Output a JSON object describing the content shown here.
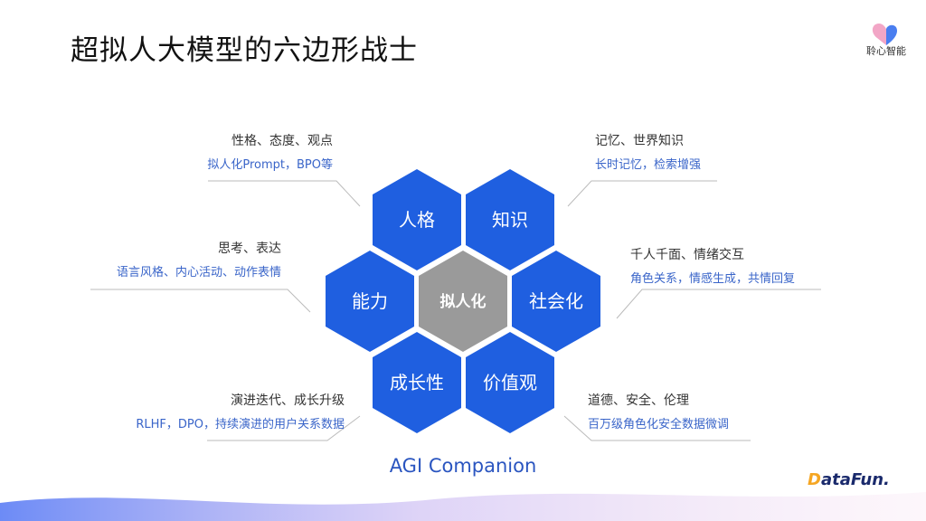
{
  "title": "超拟人大模型的六边形战士",
  "logo": {
    "text": "聆心智能",
    "icon": "heart-chat-logo-icon"
  },
  "hexagons": {
    "center": "拟人化",
    "personality": "人格",
    "knowledge": "知识",
    "ability": "能力",
    "socialization": "社会化",
    "growth": "成长性",
    "values": "价值观"
  },
  "annotations": {
    "top_left": {
      "main": "性格、态度、观点",
      "sub": "拟人化Prompt，BPO等"
    },
    "mid_left": {
      "main": "思考、表达",
      "sub": "语言风格、内心活动、动作表情"
    },
    "bottom_left": {
      "main": "演进迭代、成长升级",
      "sub": "RLHF，DPO，持续演进的用户关系数据"
    },
    "top_right": {
      "main": "记忆、世界知识",
      "sub": "长时记忆，检索增强"
    },
    "mid_right": {
      "main": "千人千面、情绪交互",
      "sub": "角色关系，情感生成，共情回复"
    },
    "bottom_right": {
      "main": "道德、安全、伦理",
      "sub": "百万级角色化安全数据微调"
    }
  },
  "caption": "AGI Companion",
  "brand": {
    "prefix": "D",
    "rest": "ataFun."
  },
  "colors": {
    "hex_blue": "#1f5fe0",
    "hex_center": "#9a9a9a",
    "accent_text": "#3a65c9",
    "leader_line": "#bbbbbb"
  }
}
